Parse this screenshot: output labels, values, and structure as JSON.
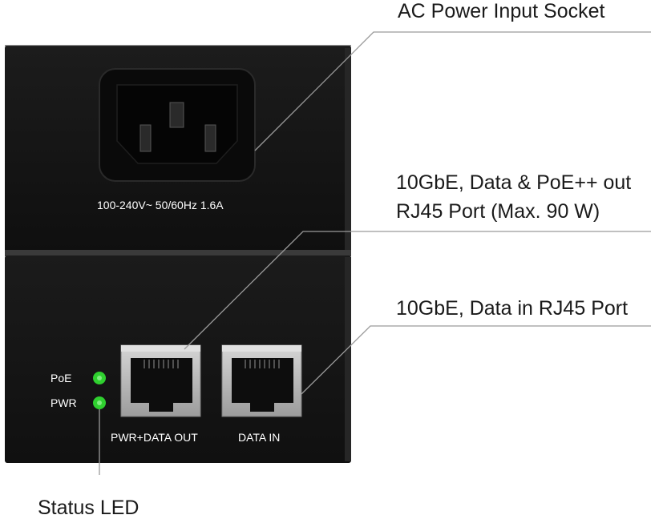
{
  "callouts": {
    "ac_socket": "AC Power Input Socket",
    "poe_out_line1": "10GbE, Data & PoE++ out",
    "poe_out_line2": "RJ45 Port (Max. 90 W)",
    "data_in": "10GbE, Data in RJ45 Port",
    "status_led": "Status LED"
  },
  "device": {
    "power_rating": "100-240V~ 50/60Hz 1.6A",
    "led_poe_label": "PoE",
    "led_pwr_label": "PWR",
    "port_out_label": "PWR+DATA OUT",
    "port_in_label": "DATA IN"
  },
  "colors": {
    "housing": "#141414",
    "led_green": "#2fd02f",
    "leader_line": "#9a9a9a",
    "port_shell": "#b9b9b9"
  }
}
